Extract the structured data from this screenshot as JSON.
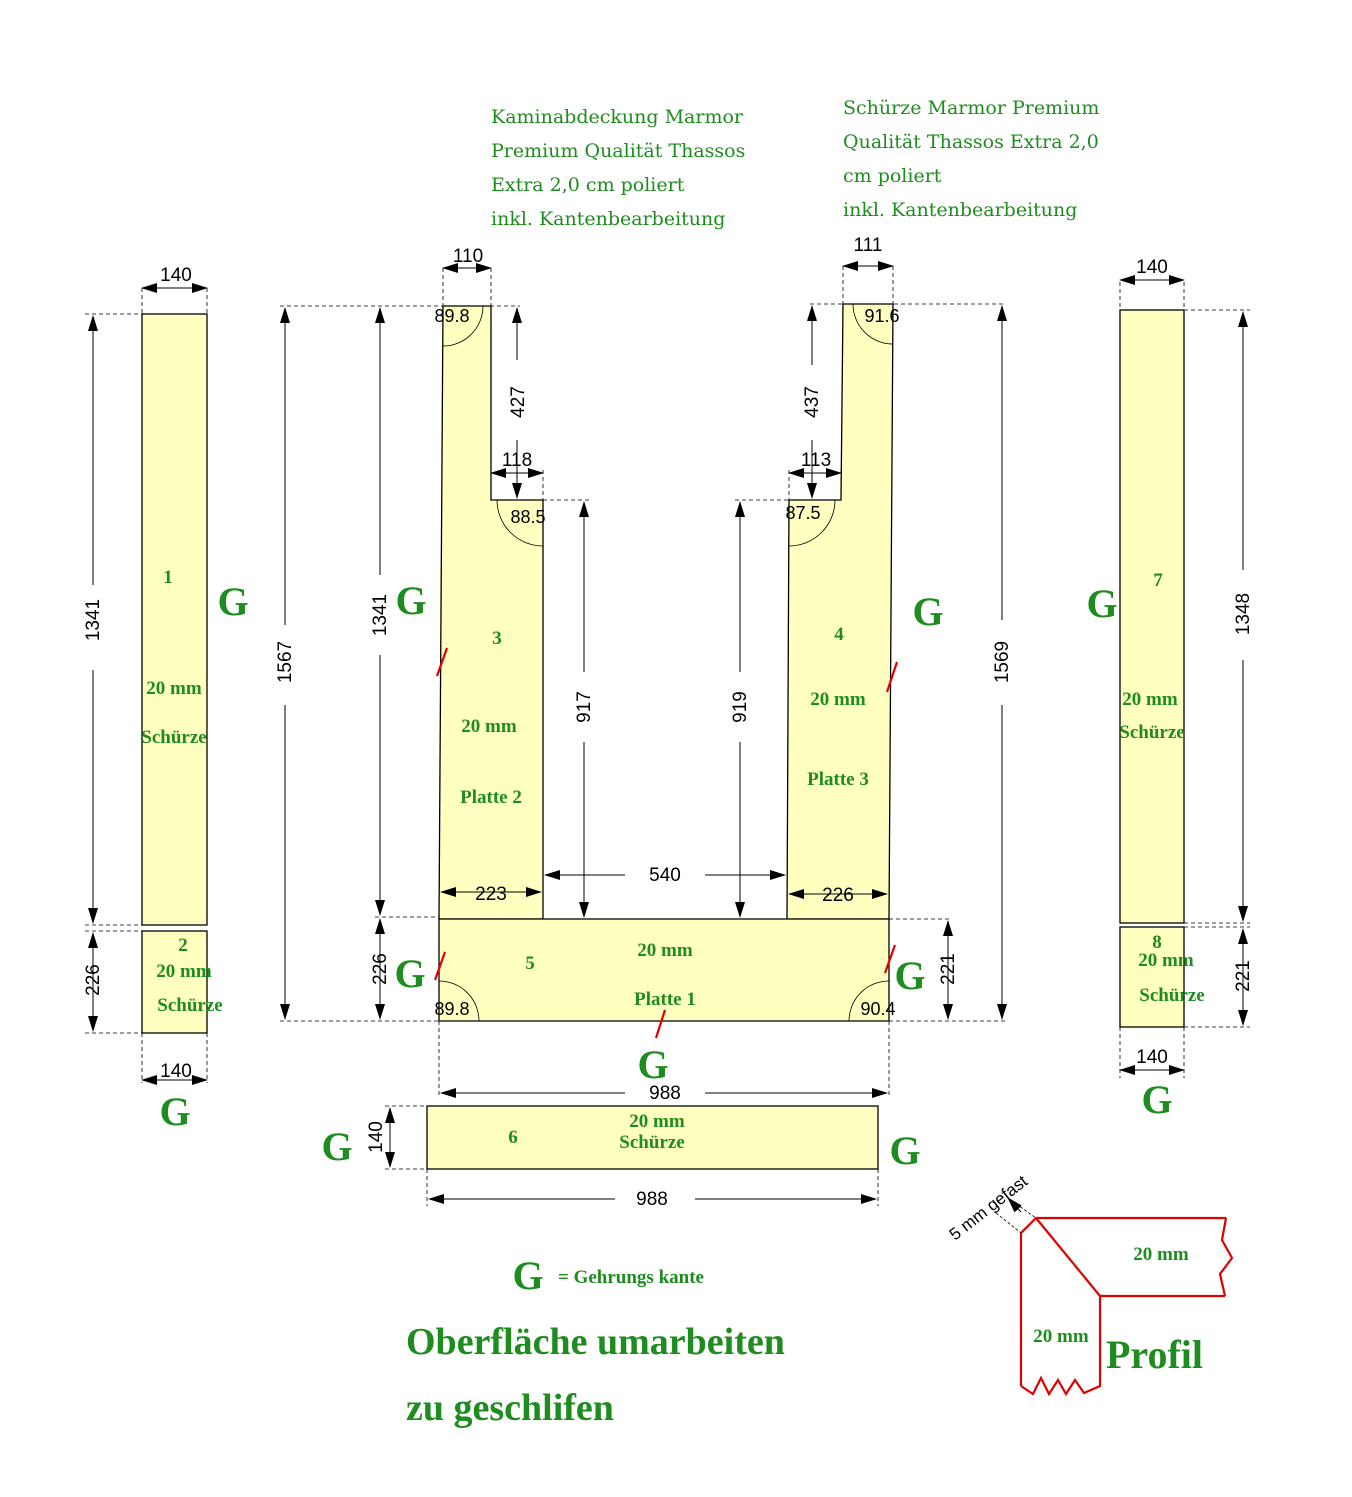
{
  "notes": {
    "top_center": "Kaminabdeckung Marmor\nPremium Qualität Thassos\nExtra 2,0 cm poliert\ninkl. Kantenbearbeitung",
    "top_right": "Schürze Marmor Premium\nQualität Thassos Extra 2,0\ncm poliert\ninkl. Kantenbearbeitung"
  },
  "pieces": {
    "p1": {
      "num": "1",
      "thick": "20 mm",
      "label": "Schürze"
    },
    "p2": {
      "num": "2",
      "thick": "20 mm",
      "label": "Schürze"
    },
    "p3": {
      "num": "3",
      "thick": "20 mm",
      "label": "Platte 2"
    },
    "p4": {
      "num": "4",
      "thick": "20 mm",
      "label": "Platte 3"
    },
    "p5": {
      "num": "5",
      "thick": "20 mm",
      "label": "Platte 1"
    },
    "p6": {
      "num": "6",
      "thick": "20 mm",
      "label": "Schürze"
    },
    "p7": {
      "num": "7",
      "thick": "20 mm",
      "label": "Schürze"
    },
    "p8": {
      "num": "8",
      "thick": "20 mm",
      "label": "Schürze"
    }
  },
  "dims": {
    "w140_a": "140",
    "h1341_a": "1341",
    "h226_a": "226",
    "w140_b": "140",
    "w110": "110",
    "h427": "427",
    "w118": "118",
    "h1341_b": "1341",
    "h1567": "1567",
    "h917": "917",
    "w223": "223",
    "w540": "540",
    "h226_b": "226",
    "w111": "111",
    "h437": "437",
    "w113": "113",
    "h919": "919",
    "w226": "226",
    "h1569": "1569",
    "h221_a": "221",
    "w988_a": "988",
    "w140_c": "140",
    "h1348": "1348",
    "h221_b": "221",
    "w140_d": "140",
    "h140": "140",
    "w988_b": "988"
  },
  "angles": {
    "a1": "89.8",
    "a2": "88.5",
    "a3": "91.6",
    "a4": "87.5",
    "a5": "89.8",
    "a6": "90.4"
  },
  "mitre": "G",
  "legend": {
    "symbol": "G",
    "text": "= Gehrungs kante"
  },
  "surface_note": {
    "line1": "Oberfläche umarbeiten",
    "line2": "zu geschlifen"
  },
  "profile": {
    "chamfer": "5 mm gefast",
    "top_thickness": "20 mm",
    "side_thickness": "20 mm",
    "title": "Profil"
  },
  "colors": {
    "fill": "#ffffc0",
    "green": "#1e8c1e",
    "red": "#e00000",
    "line": "#000000"
  }
}
